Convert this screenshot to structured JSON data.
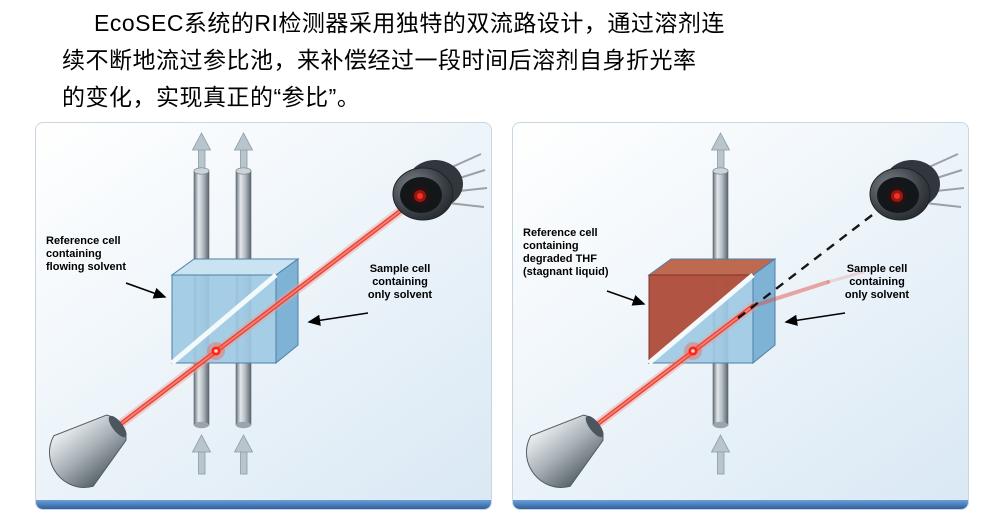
{
  "intro": {
    "line1": "EcoSEC系统的RI检测器采用独特的双流路设计，通过溶剂连",
    "line2": "续不断地流过参比池，来补偿经过一段时间后溶剂自身折光率",
    "line3": "的变化，实现真正的“参比”。"
  },
  "panels": [
    {
      "name": "normal-operation",
      "reference_label": "Reference cell\ncontaining\nflowing solvent",
      "sample_label": "Sample cell\ncontaining\nonly solvent"
    },
    {
      "name": "degraded-reference",
      "reference_label": "Reference cell\ncontaining\ndegraded THF\n(stagnant liquid)",
      "sample_label": "Sample cell\ncontaining\nonly solvent"
    }
  ],
  "colors": {
    "panel_footer_bar": "#3f6fae",
    "beam_red": "#e1443a",
    "cell_blue": "#9ecae4",
    "cell_degraded_red": "#b14c38",
    "panel_background": "#dce9f4"
  }
}
